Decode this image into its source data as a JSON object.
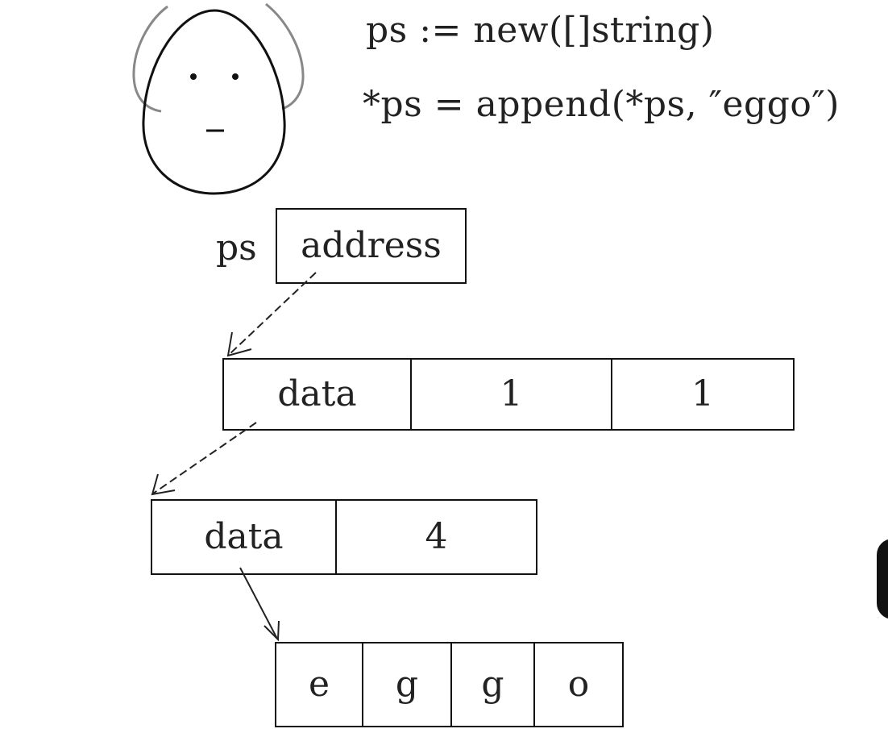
{
  "code": {
    "line1": "ps := new([]string)",
    "line2": "*ps = append(*ps, ″eggo″)"
  },
  "pointer": {
    "name": "ps",
    "value": "address"
  },
  "slice_header": {
    "cells": [
      "data",
      "1",
      "1"
    ]
  },
  "string_header": {
    "cells": [
      "data",
      "4"
    ]
  },
  "byte_array": {
    "cells": [
      "e",
      "g",
      "g",
      "o"
    ]
  },
  "colors": {
    "ink": "#111111",
    "hair": "#888888",
    "background": "#ffffff"
  },
  "icons": {
    "mascot": "gopher-face-icon"
  }
}
